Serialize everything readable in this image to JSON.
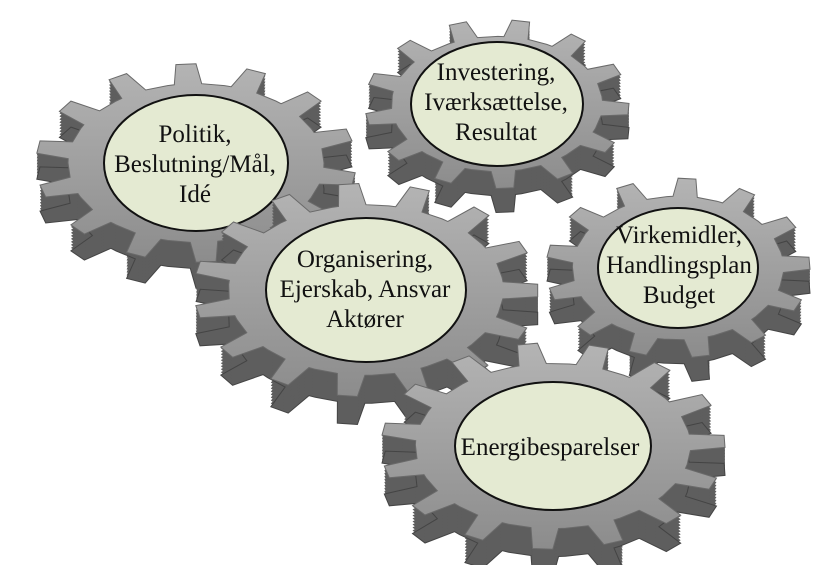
{
  "colors": {
    "gear_face": "#8c8c8c",
    "gear_side": "#5e5e5e",
    "gear_top": "#b4b4b4",
    "hub_fill": "#e4ead2",
    "outline": "#111111",
    "text": "#111111"
  },
  "gears": [
    {
      "id": "politik",
      "lines": [
        "Politik,",
        "Beslutning/Mål,",
        "Idé"
      ]
    },
    {
      "id": "investering",
      "lines": [
        "Investering,",
        "Iværksættelse,",
        "Resultat"
      ]
    },
    {
      "id": "organisering",
      "lines": [
        "Organisering,",
        "Ejerskab, Ansvar",
        "Aktører"
      ]
    },
    {
      "id": "virkemidler",
      "lines": [
        "Virkemidler,",
        "Handlingsplan",
        "Budget"
      ]
    },
    {
      "id": "energi",
      "lines": [
        "Energibesparelser"
      ]
    }
  ]
}
